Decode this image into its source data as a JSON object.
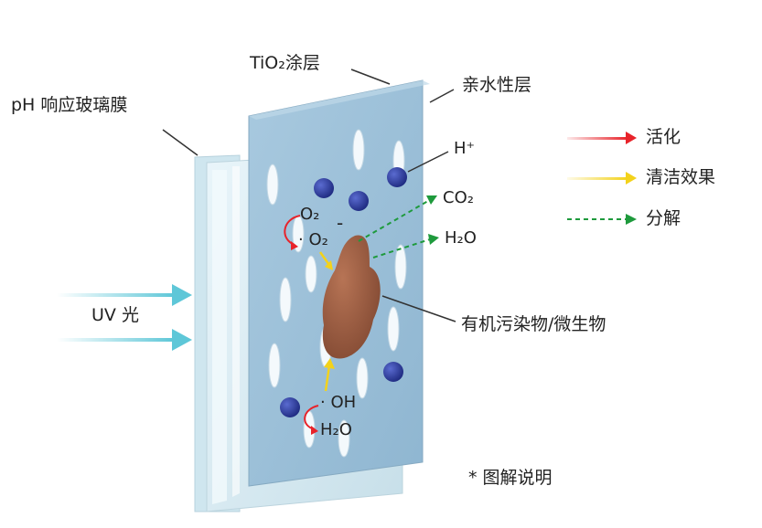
{
  "labels": {
    "tio2_coating": "TiO₂涂层",
    "hydrophilic_layer": "亲水性层",
    "ph_glass_membrane": "pH 响应玻璃膜",
    "uv_light": "UV 光",
    "organic_pollutant": "有机污染物/微生物",
    "diagram_note": "* 图解说明"
  },
  "species": {
    "h_plus": "H⁺",
    "co2": "CO₂",
    "h2o_top": "H₂O",
    "o2": "O₂",
    "superoxide": "· O₂",
    "superoxide_charge": "-",
    "hydroxyl": "· OH",
    "h2o_bottom": "H₂O"
  },
  "legend": {
    "activation": "活化",
    "cleaning_effect": "清洁效果",
    "decomposition": "分解"
  },
  "colors": {
    "activation": "#e8232a",
    "cleaning": "#f3d21b",
    "decomposition": "#1e9a3c",
    "uv": "#5ec7d8",
    "particle": "#2c3c9e",
    "pollutant": "#9a5a3c",
    "coating": "#9fc4dc",
    "glass": "#dbeef5"
  }
}
